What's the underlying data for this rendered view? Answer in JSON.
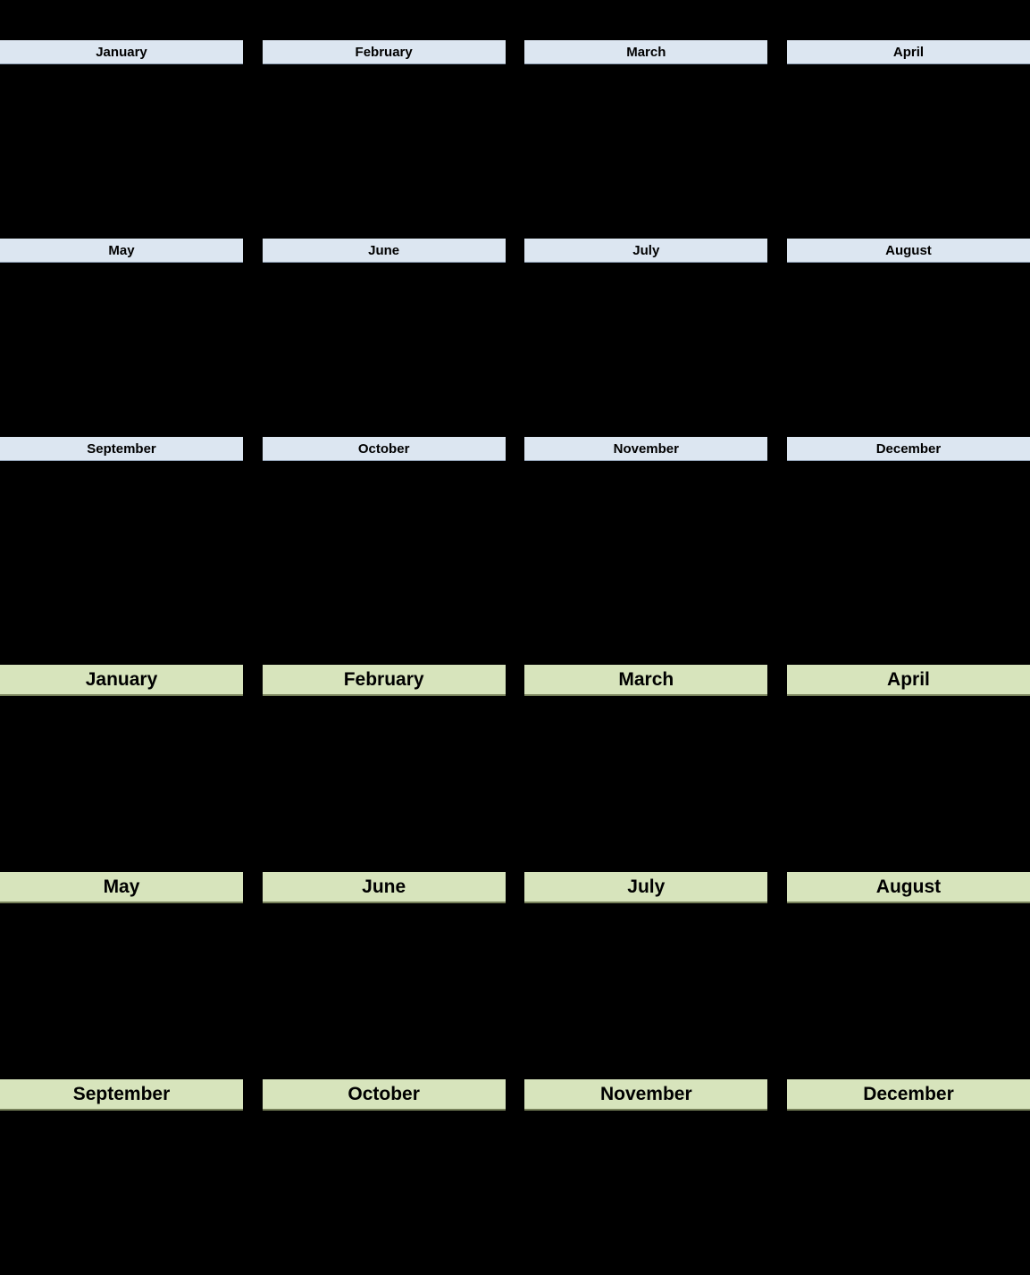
{
  "colors": {
    "background": "#000000",
    "top_header_bg": "#dce6f1",
    "top_header_border": "#8e9fb4",
    "bottom_header_bg": "#d7e4bc",
    "bottom_header_border": "#77815a",
    "header_text": "#000000"
  },
  "top_calendar": {
    "style": "light-blue-headers",
    "rows": [
      [
        "January",
        "February",
        "March",
        "April"
      ],
      [
        "May",
        "June",
        "July",
        "August"
      ],
      [
        "September",
        "October",
        "November",
        "December"
      ]
    ]
  },
  "bottom_calendar": {
    "style": "light-green-headers",
    "rows": [
      [
        "January",
        "February",
        "March",
        "April"
      ],
      [
        "May",
        "June",
        "July",
        "August"
      ],
      [
        "September",
        "October",
        "November",
        "December"
      ]
    ]
  }
}
